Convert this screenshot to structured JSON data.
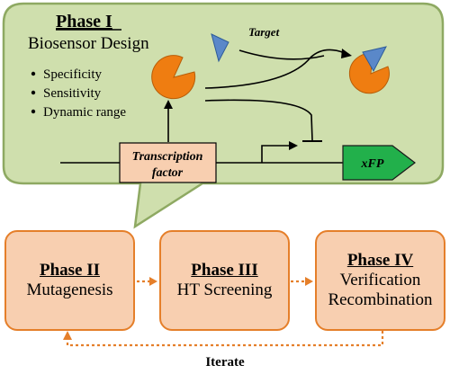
{
  "phase1": {
    "title": "Phase I",
    "subtitle": "Biosensor Design",
    "bullets": [
      "Specificity",
      "Sensitivity",
      "Dynamic range"
    ],
    "target_label": "Target",
    "tf_label_line1": "Transcription",
    "tf_label_line2": "factor",
    "reporter_label": "xFP"
  },
  "phase2": {
    "title": "Phase II",
    "desc": "Mutagenesis"
  },
  "phase3": {
    "title": "Phase III",
    "desc": "HT Screening"
  },
  "phase4": {
    "title": "Phase IV",
    "desc_line1": "Verification",
    "desc_line2": "Recombination"
  },
  "loop_label": "Iterate",
  "colors": {
    "bubble_fill": "#cfdfad",
    "bubble_border": "#8ea962",
    "sensor_orange": "#ef7d11",
    "target_blue": "#5a88c9",
    "panel_fill": "#f8cfb0",
    "panel_border": "#e57f2a",
    "reporter_green": "#22b04b"
  }
}
